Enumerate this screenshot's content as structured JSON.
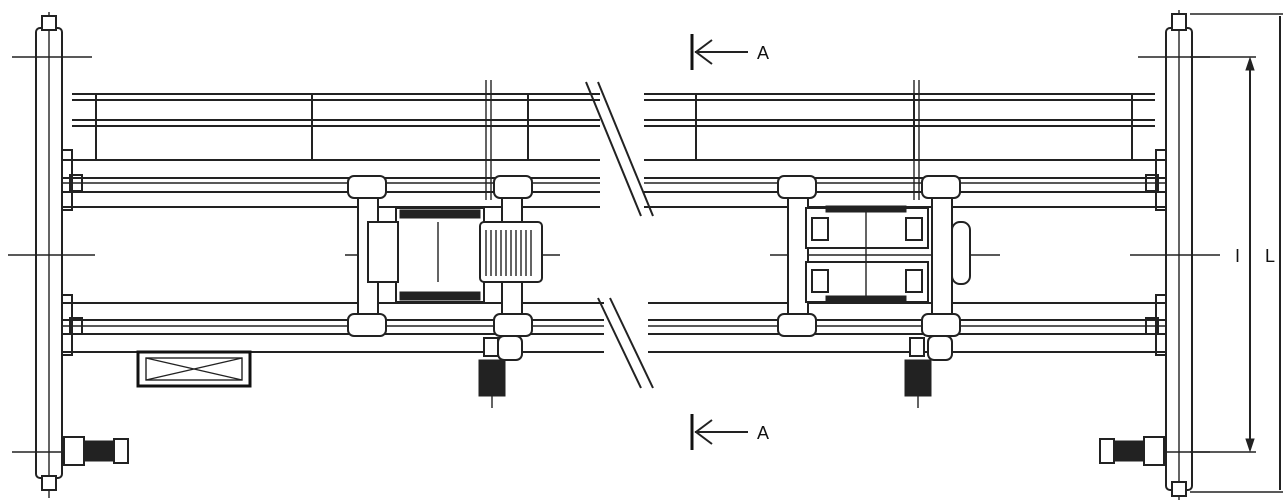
{
  "section_marks": {
    "top": "A",
    "bottom": "A"
  },
  "dimensions": {
    "inner_span": "I",
    "outer_span": "L"
  }
}
